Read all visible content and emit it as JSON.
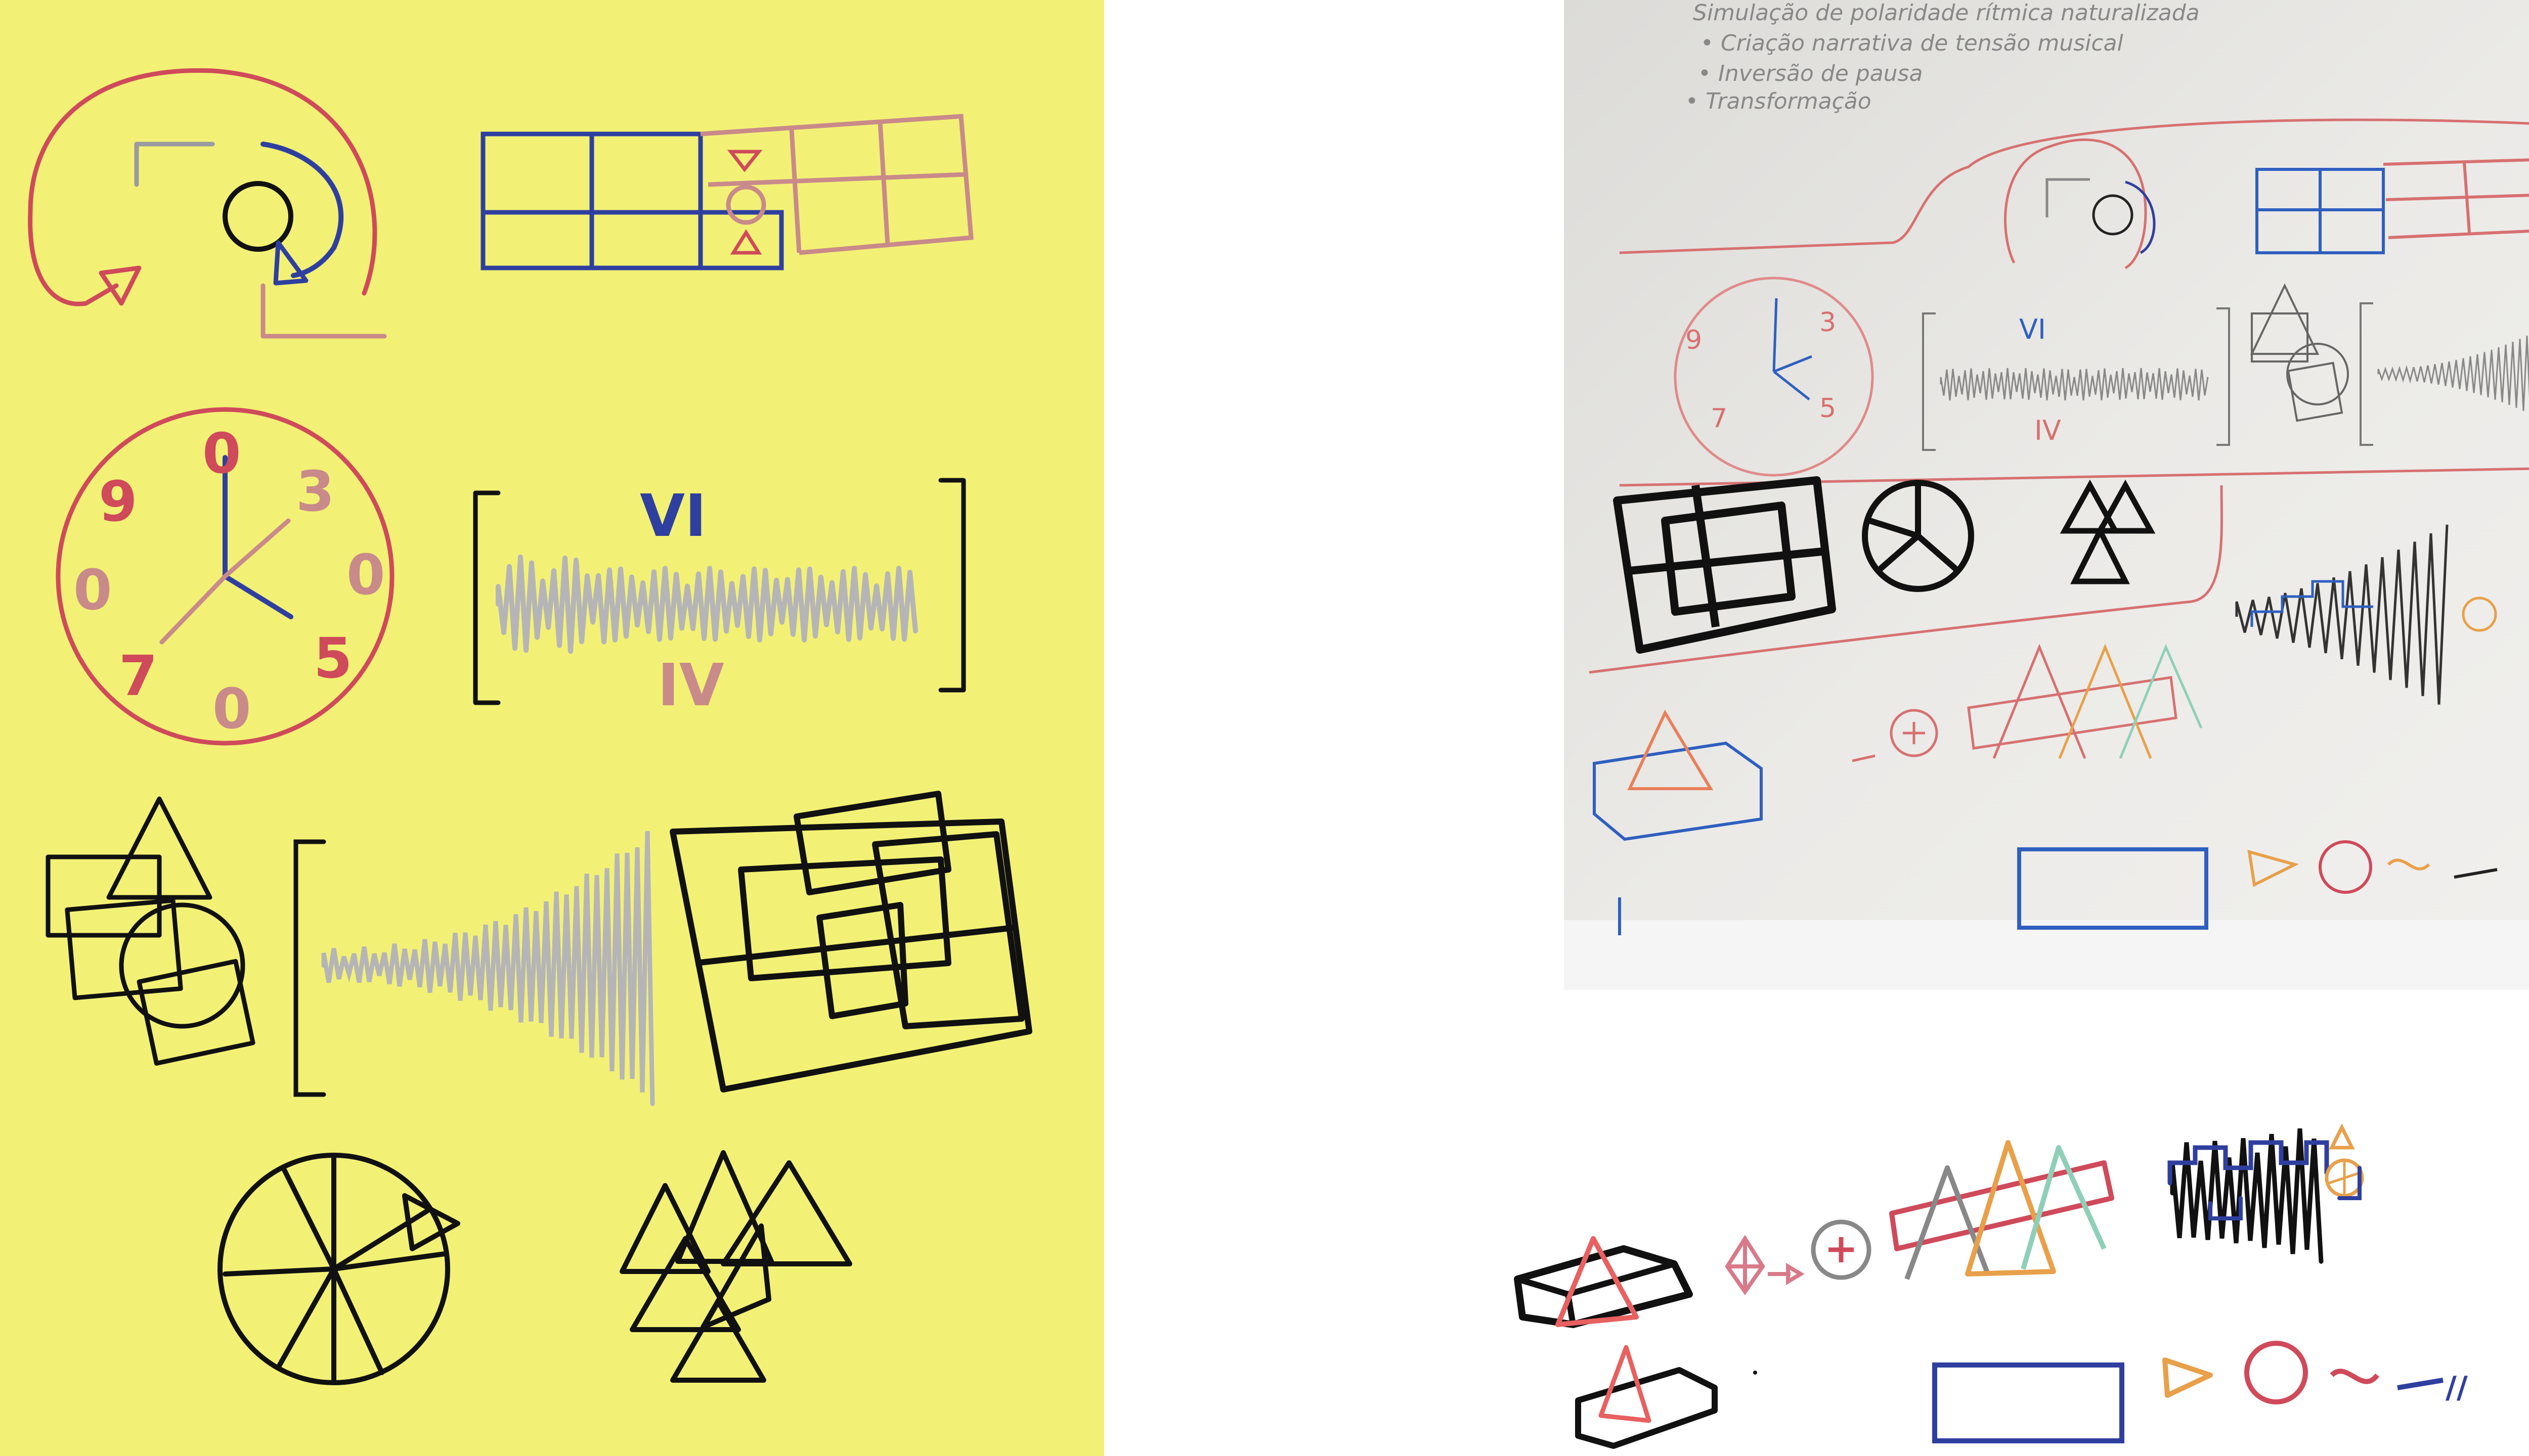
{
  "colors": {
    "canvas_yellow": "#f2f175",
    "red": "#cf4a5a",
    "blue": "#2f3f9f",
    "pink": "#c98a8a",
    "gray": "#a9a9a9",
    "black": "#111111",
    "orange": "#e8a04a",
    "teal": "#8fcfb8",
    "photo_bg": "#eae9e6"
  },
  "left_sketch": {
    "clock_numbers": [
      "0",
      "3",
      "0",
      "5",
      "0",
      "7",
      "0",
      "9"
    ],
    "roman_top": "VI",
    "roman_bottom": "IV"
  },
  "photo": {
    "notes": [
      "Simulação de polaridade rítmica naturalizada",
      "• Criação narrativa de tensão musical",
      "• Inversão de pausa",
      "• Transformação"
    ],
    "clock_numbers": [
      "3",
      "5",
      "7",
      "9"
    ],
    "roman_top": "VI",
    "roman_bottom": "IV"
  },
  "bottom_sketch": {
    "end_mark": "//"
  }
}
